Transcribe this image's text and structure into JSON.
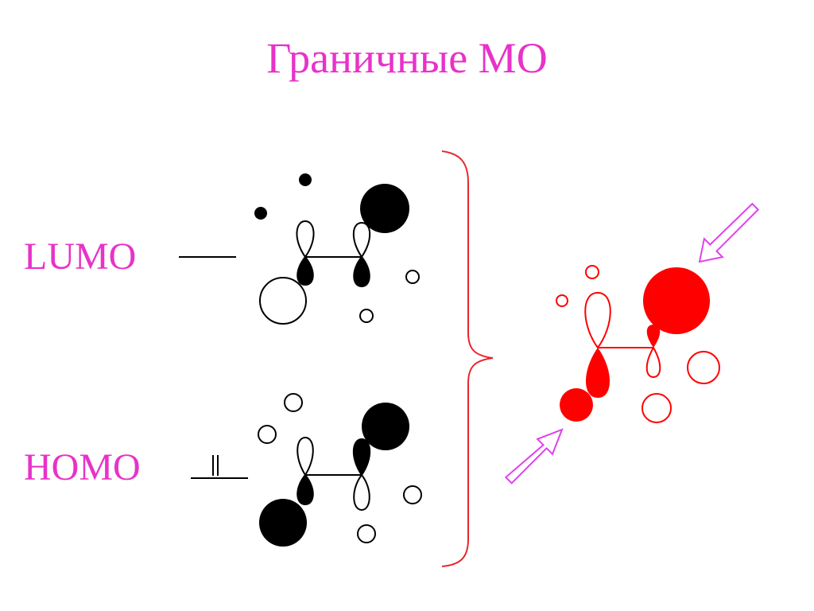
{
  "title": "Граничные МО",
  "levels": {
    "lumo": {
      "label": "LUMO"
    },
    "homo": {
      "label": "HOMO"
    }
  },
  "colors": {
    "text": "#e832c8",
    "orbital_dark": "#000000",
    "orbital_combined": "#ff0000",
    "brace": "#e8262f",
    "arrow": "#e040f0"
  }
}
